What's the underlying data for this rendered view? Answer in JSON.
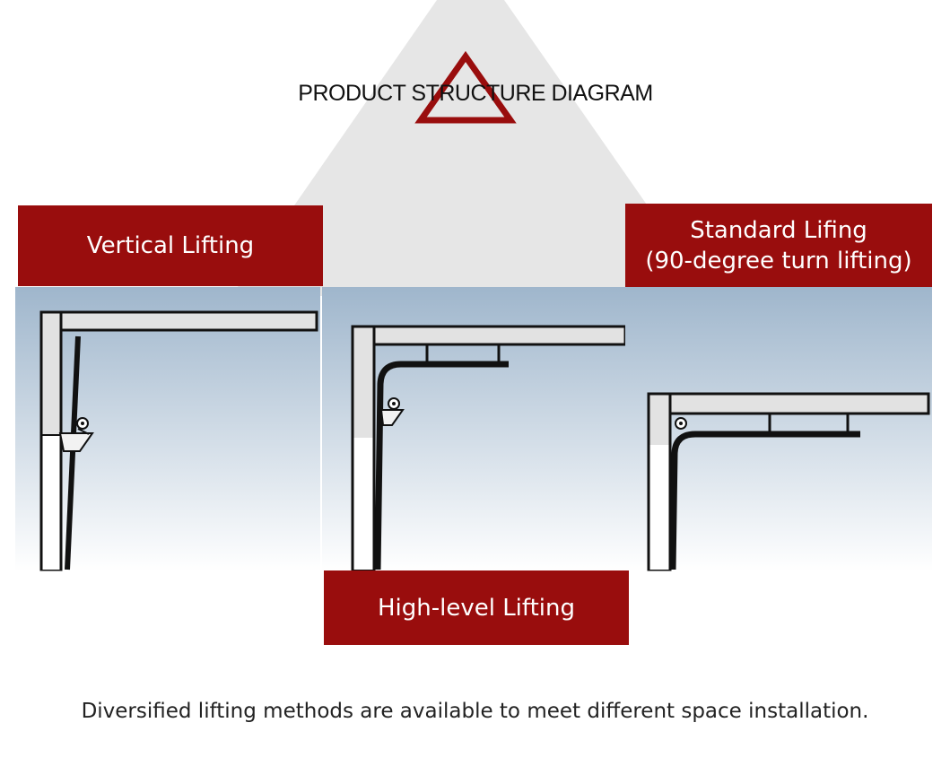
{
  "title": "PRODUCT STRUCTURE DIAGRAM",
  "colors": {
    "accent": "#990d0d",
    "background_triangle": "#e6e6e6",
    "panel_top": "#9fb6cc",
    "panel_bottom": "#ffffff",
    "track": "#111111"
  },
  "labels": {
    "vertical": "Vertical Lifting",
    "standard_line1": "Standard Lifing",
    "standard_line2": "(90-degree turn lifting)",
    "high_level": "High-level Lifting"
  },
  "caption": "Diversified lifting methods are available to meet different space installation."
}
